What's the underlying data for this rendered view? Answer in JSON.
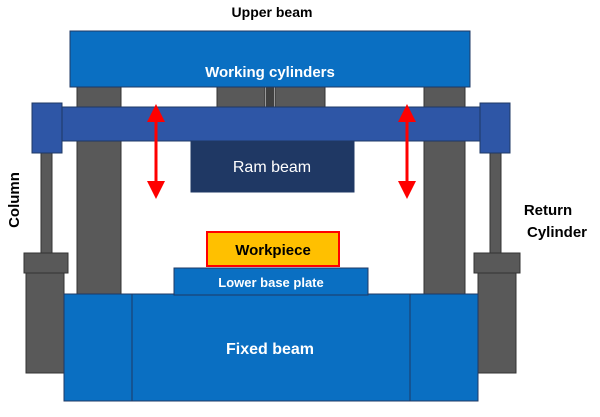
{
  "diagram": {
    "labels": {
      "upper_beam": "Upper beam",
      "working_cylinders": "Working cylinders",
      "ram_beam": "Ram beam",
      "workpiece": "Workpiece",
      "lower_base_plate": "Lower base plate",
      "fixed_beam": "Fixed beam",
      "column": "Column",
      "return_cylinder_line1": "Return",
      "return_cylinder_line2": "Cylinder"
    },
    "colors": {
      "upper_beam_fill": "#0a6fc2",
      "crossbar_fill": "#2e56a6",
      "ram_beam_fill": "#1f3864",
      "column_fill": "#595959",
      "rod_fill": "#404040",
      "fixed_beam_fill": "#0a6fc2",
      "workpiece_fill": "#ffc000",
      "workpiece_border": "#ff0000",
      "arrow_color": "#ff0000"
    }
  }
}
